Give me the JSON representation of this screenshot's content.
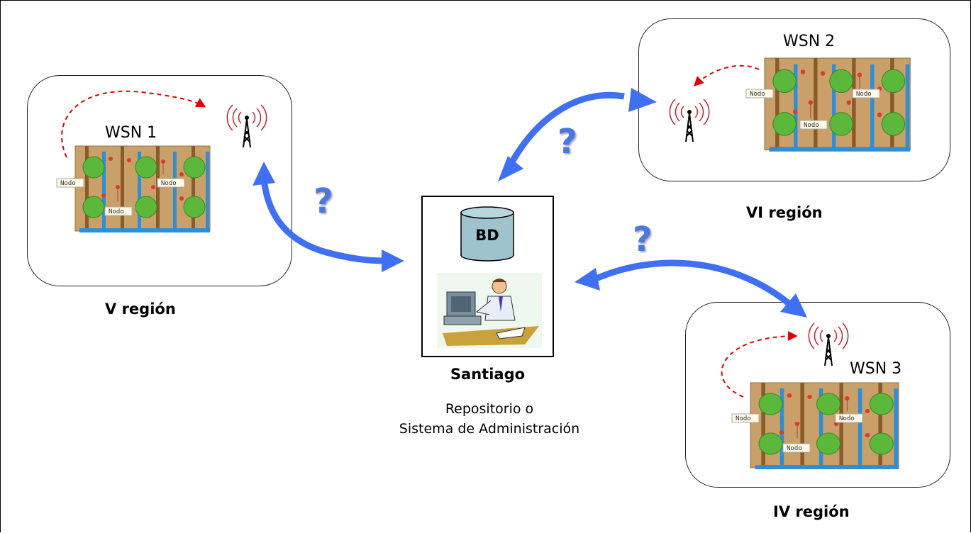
{
  "colors": {
    "arrow": "#3f6ff2",
    "dashed_arrow": "#e00000",
    "field_soil": "#c9a06a",
    "field_post": "#8a5a2a",
    "pipe": "#2f8fd6",
    "tree": "#5cb83a",
    "database": "#9fc3cc"
  },
  "icons": {
    "antenna": "antenna-icon",
    "database": "database-icon",
    "operator": "operator-at-computer-icon",
    "field": "orchard-field-icon"
  },
  "networks": [
    {
      "id": "wsn1",
      "title": "WSN 1",
      "region": "V región",
      "node_label": "Nodo"
    },
    {
      "id": "wsn2",
      "title": "WSN 2",
      "region": "VI región",
      "node_label": "Nodo"
    },
    {
      "id": "wsn3",
      "title": "WSN 3",
      "region": "IV región",
      "node_label": "Nodo"
    }
  ],
  "hub": {
    "db_label": "BD",
    "city": "Santiago",
    "description_line1": "Repositorio o",
    "description_line2": "Sistema de Administración"
  },
  "question_mark": "?"
}
